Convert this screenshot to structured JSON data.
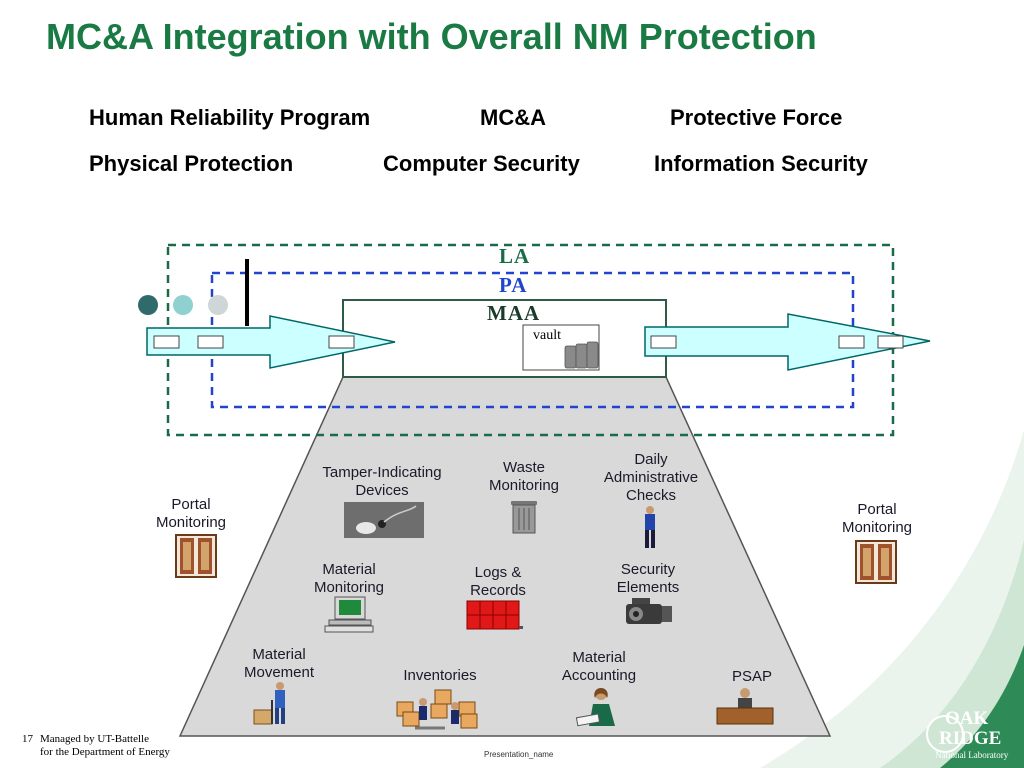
{
  "slide": {
    "title": "MC&A Integration with Overall NM Protection",
    "programs_row1": [
      "Human Reliability Program",
      "MC&A",
      "Protective Force"
    ],
    "programs_row2": [
      "Physical Protection",
      "Computer Security",
      "Information Security"
    ]
  },
  "areas": {
    "la": "LA",
    "pa": "PA",
    "maa": "MAA",
    "vault": "vault"
  },
  "elements": {
    "tamper": [
      "Tamper-Indicating",
      "Devices"
    ],
    "waste": [
      "Waste",
      "Monitoring"
    ],
    "daily": [
      "Daily",
      "Administrative",
      "Checks"
    ],
    "material_monitoring": [
      "Material",
      "Monitoring"
    ],
    "logs": [
      "Logs &",
      "Records"
    ],
    "security": [
      "Security",
      "Elements"
    ],
    "material_movement": [
      "Material",
      "Movement"
    ],
    "inventories": "Inventories",
    "material_accounting": [
      "Material",
      "Accounting"
    ],
    "psap": "PSAP",
    "portal_left": [
      "Portal",
      "Monitoring"
    ],
    "portal_right": [
      "Portal",
      "Monitoring"
    ]
  },
  "footer": {
    "page_number": "17",
    "managed_line1": "Managed by UT-Battelle",
    "managed_line2": "for the Department of Energy",
    "presentation_name": "Presentation_name",
    "logo_text": [
      "OAK",
      "RIDGE",
      "National Laboratory"
    ]
  },
  "colors": {
    "title_green": "#1a7a44",
    "la_border": "#1a6b4a",
    "pa_border": "#2244cc",
    "arrow_fill": "#ccffff",
    "trapezoid_fill": "#d9d9d9",
    "corner_green": "#2e8b57"
  }
}
